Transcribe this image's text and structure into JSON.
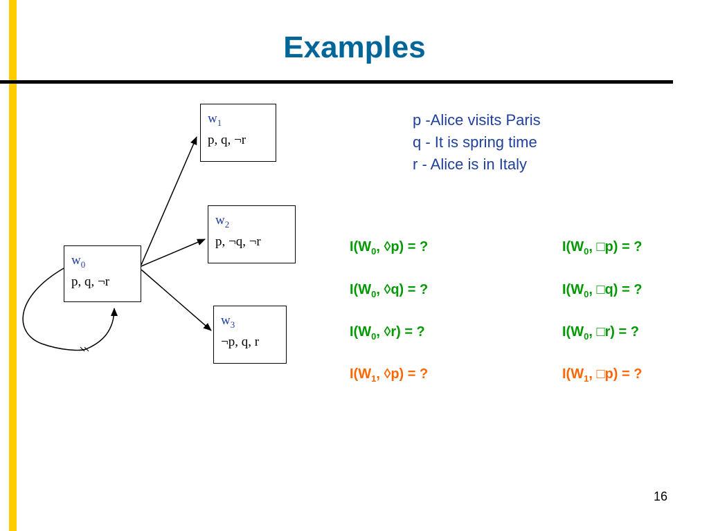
{
  "colors": {
    "accent_bar": "#FFCC00",
    "title": "#006699",
    "legend_text": "#1F3F9F",
    "question_green": "#009900",
    "question_orange": "#FF6600",
    "rule": "#000000"
  },
  "slide": {
    "title": "Examples",
    "page_number": "16"
  },
  "worlds": [
    {
      "id": "w0",
      "name_base": "w",
      "name_sub": "0",
      "props": "p, q, ¬r"
    },
    {
      "id": "w1",
      "name_base": "w",
      "name_sub": "1",
      "props": "p, q, ¬r"
    },
    {
      "id": "w2",
      "name_base": "w",
      "name_sub": "2",
      "props": "p, ¬q, ¬r"
    },
    {
      "id": "w3",
      "name_base": "w",
      "name_sub": "3",
      "props": "¬p, q, r"
    }
  ],
  "edges": [
    {
      "from": "w0",
      "to": "w1"
    },
    {
      "from": "w0",
      "to": "w2"
    },
    {
      "from": "w0",
      "to": "w3"
    },
    {
      "from": "w0",
      "to": "w0"
    }
  ],
  "legend": [
    "p -Alice visits Paris",
    "q - It is spring time",
    "r - Alice is in Italy"
  ],
  "questions": [
    {
      "pre": "I(W",
      "sub": "0",
      "post": ", ◊p) = ?",
      "color": "green"
    },
    {
      "pre": "I(W",
      "sub": "0",
      "post": ", □p) = ?",
      "color": "green"
    },
    {
      "pre": "I(W",
      "sub": "0",
      "post": ", ◊q) = ?",
      "color": "green"
    },
    {
      "pre": "I(W",
      "sub": "0",
      "post": ", □q) = ?",
      "color": "green"
    },
    {
      "pre": "I(W",
      "sub": "0",
      "post": ", ◊r) = ?",
      "color": "green"
    },
    {
      "pre": "I(W",
      "sub": "0",
      "post": ", □r) = ?",
      "color": "green"
    },
    {
      "pre": "I(W",
      "sub": "1",
      "post": ", ◊p) = ?",
      "color": "orange"
    },
    {
      "pre": "I(W",
      "sub": "1",
      "post": ", □p) = ?",
      "color": "orange"
    }
  ]
}
